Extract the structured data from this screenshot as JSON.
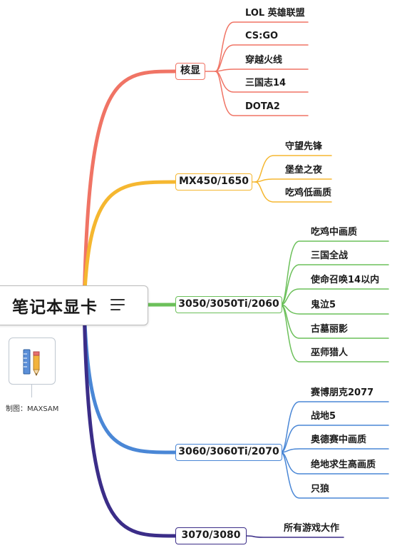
{
  "root": {
    "title": "笔记本显卡"
  },
  "attachment": {
    "label": "制图：MAXSAM",
    "icon": "ruler-pencil-icon"
  },
  "branches": [
    {
      "label": "核显",
      "color": "#f07465",
      "leaves": [
        "LOL 英雄联盟",
        "CS:GO",
        "穿越火线",
        "三国志14",
        "DOTA2"
      ]
    },
    {
      "label": "MX450/1650",
      "color": "#f5b730",
      "leaves": [
        "守望先锋",
        "堡垒之夜",
        "吃鸡低画质"
      ]
    },
    {
      "label": "3050/3050Ti/2060",
      "color": "#6cc05a",
      "leaves": [
        "吃鸡中画质",
        "三国全战",
        "使命召唤14以内",
        "鬼泣5",
        "古墓丽影",
        "巫师猎人"
      ]
    },
    {
      "label": "3060/3060Ti/2070",
      "color": "#4a87d6",
      "leaves": [
        "赛博朋克2077",
        "战地5",
        "奥德赛中画质",
        "绝地求生高画质",
        "只狼"
      ]
    },
    {
      "label": "3070/3080",
      "color": "#3b2d88",
      "leaves": [
        "所有游戏大作"
      ]
    }
  ]
}
